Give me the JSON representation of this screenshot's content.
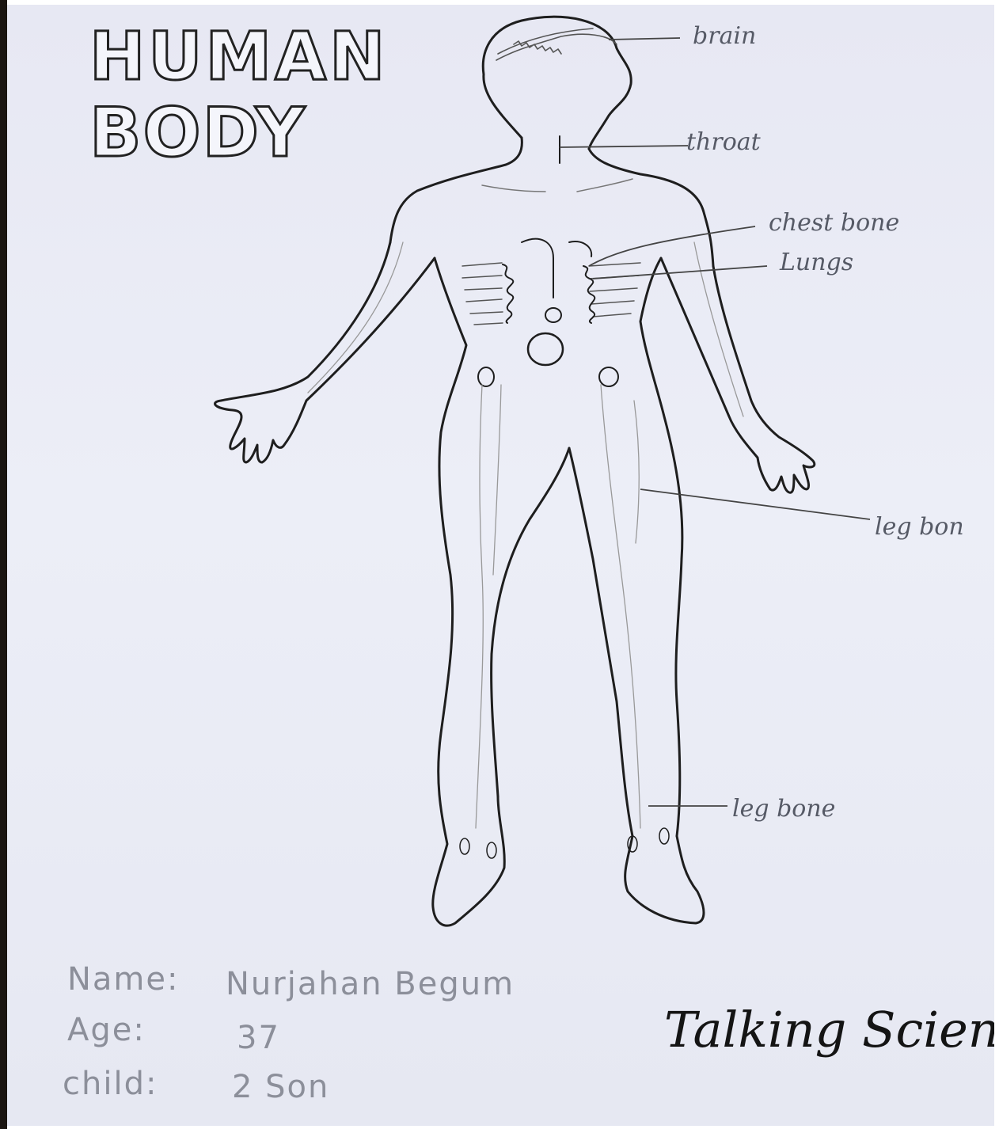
{
  "title": {
    "line1": "HUMAN",
    "line2": "BODY"
  },
  "labels": {
    "brain": "brain",
    "throat": "throat",
    "chest_bone": "chest bone",
    "lungs": "Lungs",
    "leg_bone_upper": "leg bon",
    "leg_bone_lower": "leg bone"
  },
  "info": {
    "name_label": "Name:",
    "name_value": "Nurjahan Begum",
    "age_label": "Age:",
    "age_value": "37",
    "child_label": "child:",
    "child_value": "2 Son"
  },
  "signature": "Talking Scien"
}
